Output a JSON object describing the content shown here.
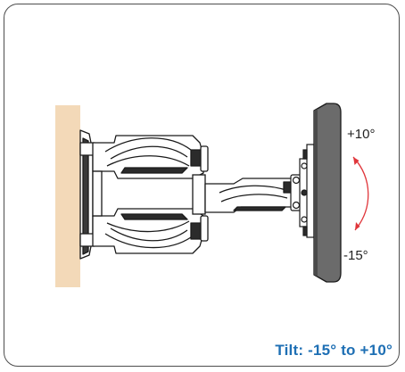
{
  "labels": {
    "tilt_up": "+10°",
    "tilt_down": "-15°",
    "caption": "Tilt: -15° to +10°"
  },
  "colors": {
    "wall": "#f3d9b8",
    "outline": "#1a1a1a",
    "mount_fill": "#ffffff",
    "tv_panel": "#6b6b6b",
    "tv_edge": "#4a4a4a",
    "arrow": "#e0363b",
    "caption": "#1e6fb4"
  },
  "tilt": {
    "min_deg": -15,
    "max_deg": 10
  }
}
